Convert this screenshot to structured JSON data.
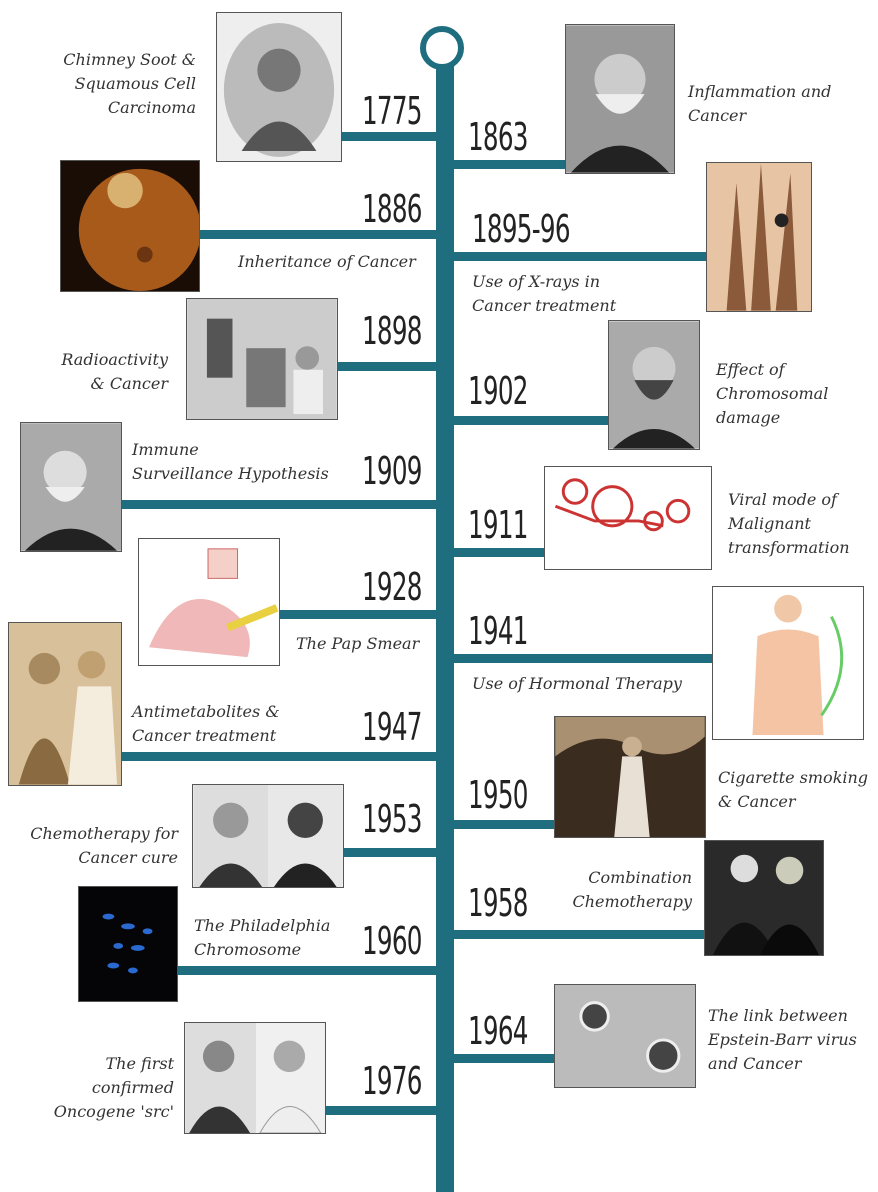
{
  "events": [
    {
      "year": "1775",
      "label": [
        "Chimney Soot &",
        "Squamous Cell",
        "Carcinoma"
      ]
    },
    {
      "year": "1863",
      "label": [
        "Inflammation and",
        "Cancer"
      ]
    },
    {
      "year": "1886",
      "label": [
        "Inheritance of Cancer"
      ]
    },
    {
      "year": "1895-96",
      "label": [
        "Use of X-rays in",
        "Cancer treatment"
      ]
    },
    {
      "year": "1898",
      "label": [
        "Radioactivity",
        "& Cancer"
      ]
    },
    {
      "year": "1902",
      "label": [
        "Effect of",
        "Chromosomal",
        "damage"
      ]
    },
    {
      "year": "1909",
      "label": [
        "Immune",
        "Surveillance Hypothesis"
      ]
    },
    {
      "year": "1911",
      "label": [
        "Viral mode of",
        "Malignant",
        "transformation"
      ]
    },
    {
      "year": "1928",
      "label": [
        "The Pap Smear"
      ]
    },
    {
      "year": "1941",
      "label": [
        "Use of Hormonal Therapy"
      ]
    },
    {
      "year": "1947",
      "label": [
        "Antimetabolites &",
        "Cancer treatment"
      ]
    },
    {
      "year": "1950",
      "label": [
        "Cigarette smoking",
        "& Cancer"
      ]
    },
    {
      "year": "1953",
      "label": [
        "Chemotherapy for",
        "Cancer cure"
      ]
    },
    {
      "year": "1958",
      "label": [
        "Combination",
        "Chemotherapy"
      ]
    },
    {
      "year": "1960",
      "label": [
        "The Philadelphia",
        "Chromosome"
      ]
    },
    {
      "year": "1964",
      "label": [
        "The link between",
        "Epstein-Barr virus",
        "and Cancer"
      ]
    },
    {
      "year": "1976",
      "label": [
        "The first",
        "confirmed",
        "Oncogene 'src'"
      ]
    }
  ],
  "colors": {
    "spine": "#1e6e80"
  }
}
